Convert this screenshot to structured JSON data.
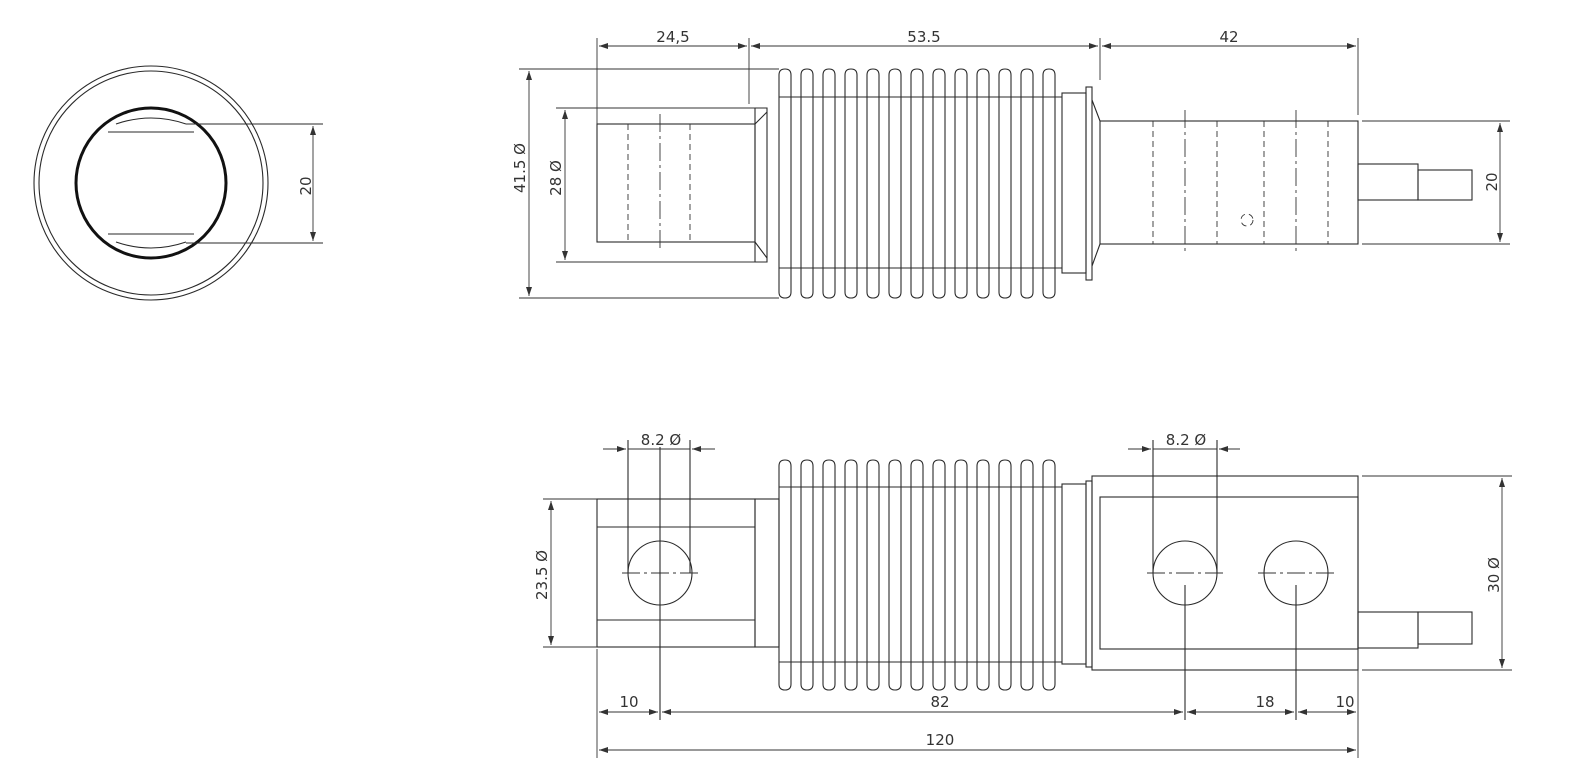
{
  "drawing": {
    "title": "",
    "end_view": {
      "height_dim": "20"
    },
    "top_view": {
      "top_dims": [
        "24,5",
        "53.5",
        "42"
      ],
      "outer_diameter": "41.5 Ø",
      "inner_diameter": "28 Ø",
      "right_height": "20"
    },
    "front_view": {
      "hole_dims": [
        "8.2 Ø",
        "8.2 Ø"
      ],
      "left_diameter": "23.5 Ø",
      "right_diameter": "30 Ø",
      "bottom_dims": [
        "10",
        "82",
        "18",
        "10"
      ],
      "overall_length": "120"
    }
  }
}
